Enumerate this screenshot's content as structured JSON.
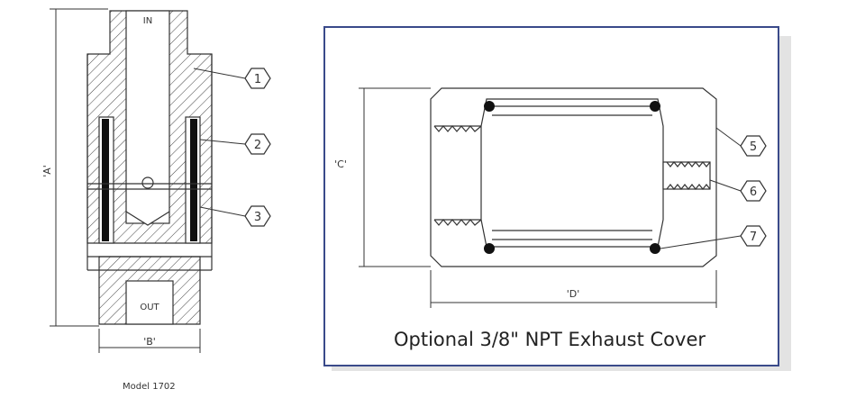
{
  "diagram": {
    "left": {
      "port_in": "IN",
      "port_out": "OUT",
      "dim_a": "'A'",
      "dim_b": "'B'",
      "callouts": [
        "1",
        "2",
        "3"
      ],
      "model": "Model 1702"
    },
    "right": {
      "dim_c": "'C'",
      "dim_d": "'D'",
      "callouts": [
        "5",
        "6",
        "7"
      ],
      "caption": "Optional 3/8\" NPT Exhaust Cover",
      "frame_color": "#3a4a8a"
    }
  }
}
